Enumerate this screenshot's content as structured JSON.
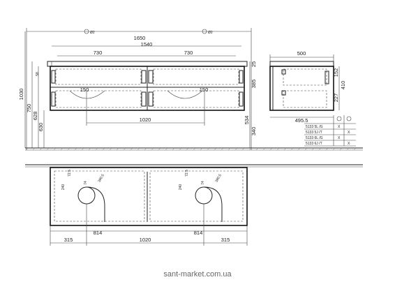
{
  "front_view": {
    "width_total": "1650",
    "width_inner": "1540",
    "width_drawer_left": "730",
    "width_drawer_right": "730",
    "offset_left": "150",
    "offset_right": "150",
    "center_distance": "1020",
    "height_total": "1030",
    "height_750": "750",
    "height_628": "628",
    "height_630": "630",
    "height_58": "58",
    "height_25": "25",
    "height_385": "385",
    "height_534": "534",
    "height_340": "340",
    "drain_symbol": "Ø2"
  },
  "side_view": {
    "depth": "500",
    "depth_inner": "495.5",
    "height_152": "152",
    "height_410": "410",
    "height_227": "227"
  },
  "variants_table": {
    "rows": [
      {
        "code": "5133 5L /G",
        "mark": "X"
      },
      {
        "code": "5133 5J /T",
        "mark": "X"
      },
      {
        "code": "5133 6L /G",
        "mark": "X"
      },
      {
        "code": "5133 6J /T",
        "mark": "X"
      }
    ]
  },
  "top_view": {
    "dim_725_left": "72.5",
    "dim_240_left": "240",
    "dim_74_left": "74",
    "dim_3905_left": "390.5",
    "dim_725_right": "72.5",
    "dim_240_right": "240",
    "dim_74_right": "74",
    "dim_3905_right": "390.5",
    "dim_814_left": "814",
    "dim_814_right": "814",
    "dim_315_left": "315",
    "dim_1020": "1020",
    "dim_315_right": "315"
  },
  "watermark": "sant-market.com.ua"
}
